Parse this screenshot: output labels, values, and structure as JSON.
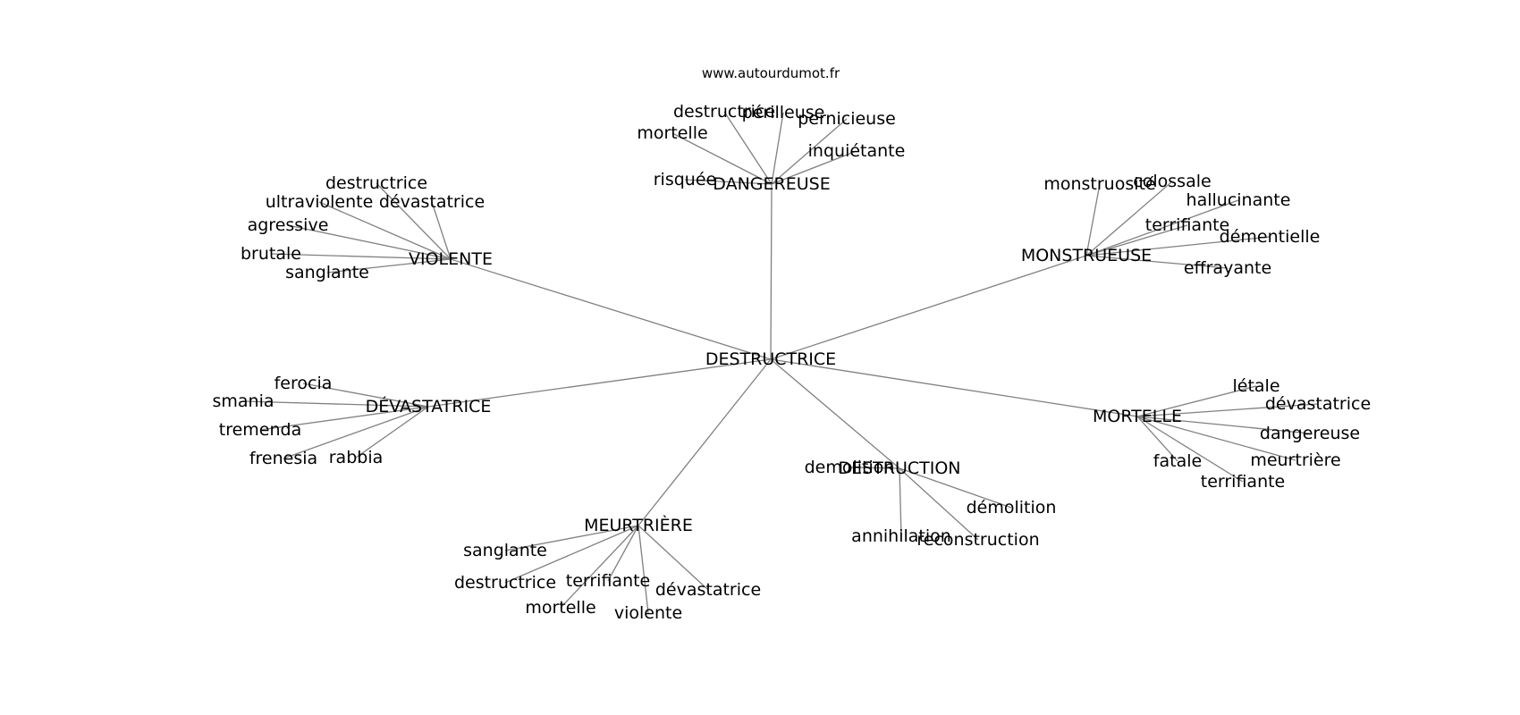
{
  "caption": "www.autourdumot.fr",
  "center": "DESTRUCTRICE",
  "clusters": [
    {
      "label": "DANGEREUSE",
      "children": [
        "destructrice",
        "périlleuse",
        "pernicieuse",
        "mortelle",
        "inquiétante",
        "risquée"
      ]
    },
    {
      "label": "VIOLENTE",
      "children": [
        "destructrice",
        "ultraviolente",
        "dévastatrice",
        "agressive",
        "brutale",
        "sanglante"
      ]
    },
    {
      "label": "MONSTRUEUSE",
      "children": [
        "monstruosité",
        "colossale",
        "hallucinante",
        "terrifiante",
        "démentielle",
        "effrayante"
      ]
    },
    {
      "label": "DÉVASTATRICE",
      "children": [
        "ferocia",
        "smania",
        "tremenda",
        "frenesia",
        "rabbia"
      ]
    },
    {
      "label": "MORTELLE",
      "children": [
        "létale",
        "dévastatrice",
        "dangereuse",
        "meurtrière",
        "fatale",
        "terrifiante"
      ]
    },
    {
      "label": "DESTRUCTION",
      "children": [
        "demolition",
        "démolition",
        "annihilation",
        "reconstruction"
      ]
    },
    {
      "label": "MEURTRIÈRE",
      "children": [
        "sanglante",
        "destructrice",
        "terrifiante",
        "dévastatrice",
        "mortelle",
        "violente"
      ]
    }
  ]
}
